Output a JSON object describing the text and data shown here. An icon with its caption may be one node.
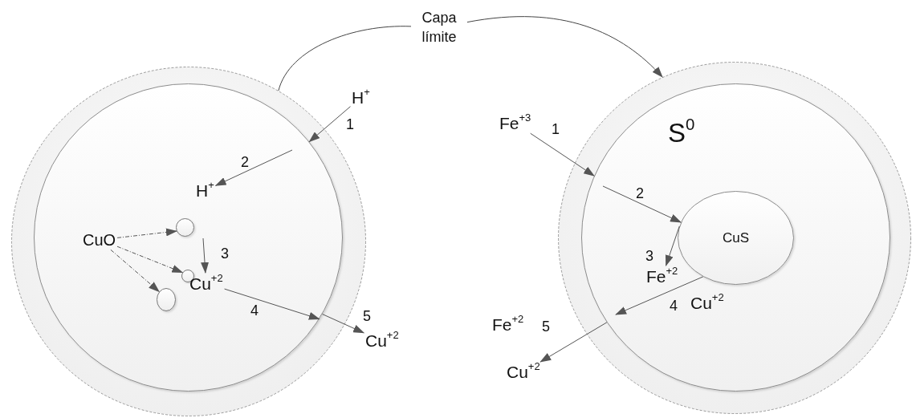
{
  "diagram": {
    "nodes": [
      {
        "text": [
          "Capa límite"
        ]
      },
      {
        "text": [],
        "shape": "circle"
      },
      {
        "text": [],
        "shape": "circle",
        "in": 1
      },
      {
        "text": [
          "H$^{+}$"
        ]
      },
      {
        "text": [
          "H$^{+}$"
        ],
        "in": 2
      },
      {
        "text": [
          "CuO"
        ],
        "in": 2
      },
      {
        "text": [],
        "shape": "circle",
        "in": 2
      },
      {
        "text": [],
        "shape": "circle",
        "in": 2
      },
      {
        "text": [],
        "shape": "circle",
        "in": 2
      },
      {
        "text": [
          "Cu$^{+2}$"
        ],
        "in": 2
      },
      {
        "text": [
          "Cu$^{+2}$"
        ]
      },
      {
        "text": [],
        "shape": "circle"
      },
      {
        "text": [],
        "shape": "circle",
        "in": 11
      },
      {
        "text": [
          "CuS"
        ],
        "in": 12
      },
      {
        "text": [
          "Fe$^{+3}$"
        ]
      },
      {
        "text": [
          "Fe$^{+2}$"
        ],
        "in": 12
      },
      {
        "text": [
          "Cu$^{+2}$"
        ]
      }
    ],
    "edges": [
      {
        "from": 0,
        "to": 1,
        "arrow": "none"
      },
      {
        "from": 0,
        "to": 11,
        "arrow": "to"
      },
      {
        "from": 3,
        "to": 2,
        "arrow": "to",
        "label": "1"
      },
      {
        "from": null,
        "to": 4,
        "arrow": "to",
        "label": "2"
      },
      {
        "from": 5,
        "to": 6,
        "arrow": "to",
        "style": "dashed"
      },
      {
        "from": 5,
        "to": 7,
        "arrow": "to",
        "style": "dashed"
      },
      {
        "from": 5,
        "to": 8,
        "arrow": "to",
        "style": "dashed"
      },
      {
        "from": null,
        "to": 9,
        "arrow": "to",
        "label": "3"
      },
      {
        "from": 9,
        "to": 2,
        "arrow": "to",
        "label": "4"
      },
      {
        "from": 2,
        "to": 10,
        "arrow": "to",
        "label": "5"
      },
      {
        "from": 14,
        "to": 12,
        "arrow": "to",
        "label": "1"
      },
      {
        "from": null,
        "to": 13,
        "arrow": "to",
        "label": "2"
      },
      {
        "from": 13,
        "to": 15,
        "arrow": "to",
        "label": "3"
      },
      {
        "from": 13,
        "to": null,
        "arrow": "to",
        "label": "4"
      },
      {
        "from": 12,
        "to": 16,
        "arrow": "to",
        "label": "5"
      }
    ],
    "labels": [
      "S$^{0}$",
      "Cu$^{+2}$",
      "Fe$^{+2}$"
    ]
  }
}
